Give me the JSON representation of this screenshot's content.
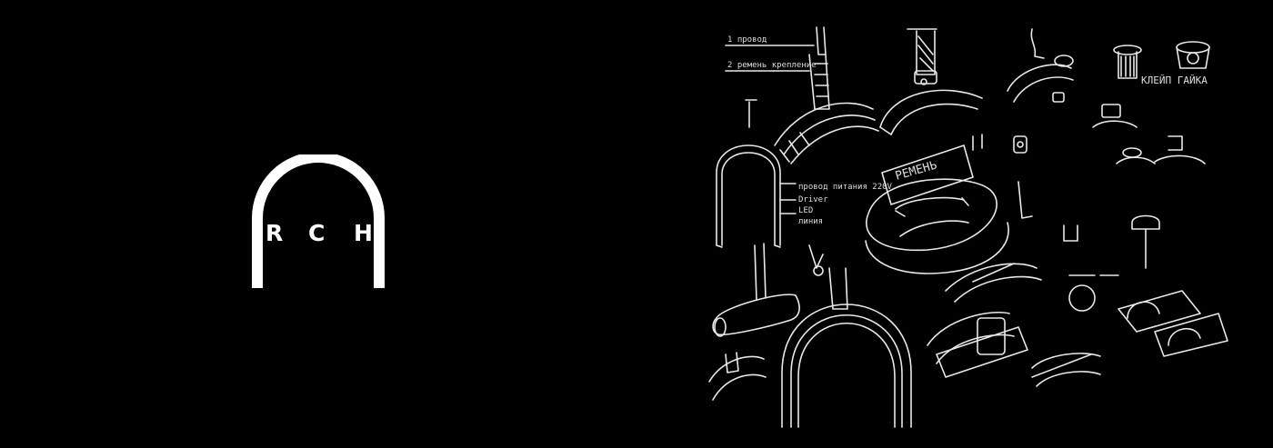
{
  "logo": {
    "letters": [
      "R",
      "C",
      "H"
    ]
  },
  "sketch": {
    "labels": {
      "wire_1": "1 провод",
      "strap_2": "2 ремень крепление",
      "power_wire": "провод питания 220V",
      "driver": "Driver",
      "led": "LED",
      "led_line": "линия",
      "strap_title": "РЕМЕНЬ",
      "clip_nut": "КЛЕЙП ГАЙКА"
    }
  },
  "colors": {
    "background": "#000000",
    "foreground": "#ffffff"
  }
}
